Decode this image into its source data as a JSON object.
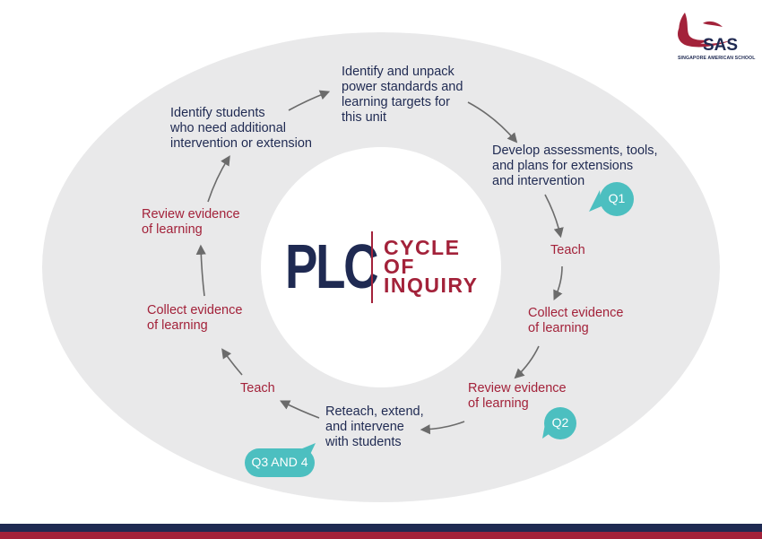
{
  "center": {
    "acronym": "PLC",
    "line1": "CYCLE",
    "line2": "OF",
    "line3": "INQUIRY"
  },
  "logo": {
    "name": "SAS",
    "subtitle": "SINGAPORE AMERICAN SCHOOL"
  },
  "steps": {
    "identify_unpack": {
      "l1": "Identify and unpack",
      "l2": "power standards and",
      "l3": "learning targets for",
      "l4": "this unit"
    },
    "develop": {
      "l1": "Develop assessments, tools,",
      "l2": "and plans for extensions",
      "l3": "and intervention"
    },
    "teach_right": "Teach",
    "collect_right": {
      "l1": "Collect evidence",
      "l2": "of learning"
    },
    "review_right": {
      "l1": "Review evidence",
      "l2": "of learning"
    },
    "reteach": {
      "l1": "Reteach, extend,",
      "l2": "and intervene",
      "l3": "with students"
    },
    "teach_left": "Teach",
    "collect_left": {
      "l1": "Collect evidence",
      "l2": "of learning"
    },
    "review_left": {
      "l1": "Review evidence",
      "l2": "of learning"
    },
    "identify_students": {
      "l1": "Identify students",
      "l2": "who need additional",
      "l3": "intervention or extension"
    }
  },
  "bubbles": {
    "q1": "Q1",
    "q2": "Q2",
    "q34": "Q3 AND 4"
  },
  "colors": {
    "ring": "#e9e9ea",
    "navy": "#1f2a52",
    "red": "#a3223a",
    "teal": "#4cbfc0",
    "arrow": "#6b6b6b"
  }
}
